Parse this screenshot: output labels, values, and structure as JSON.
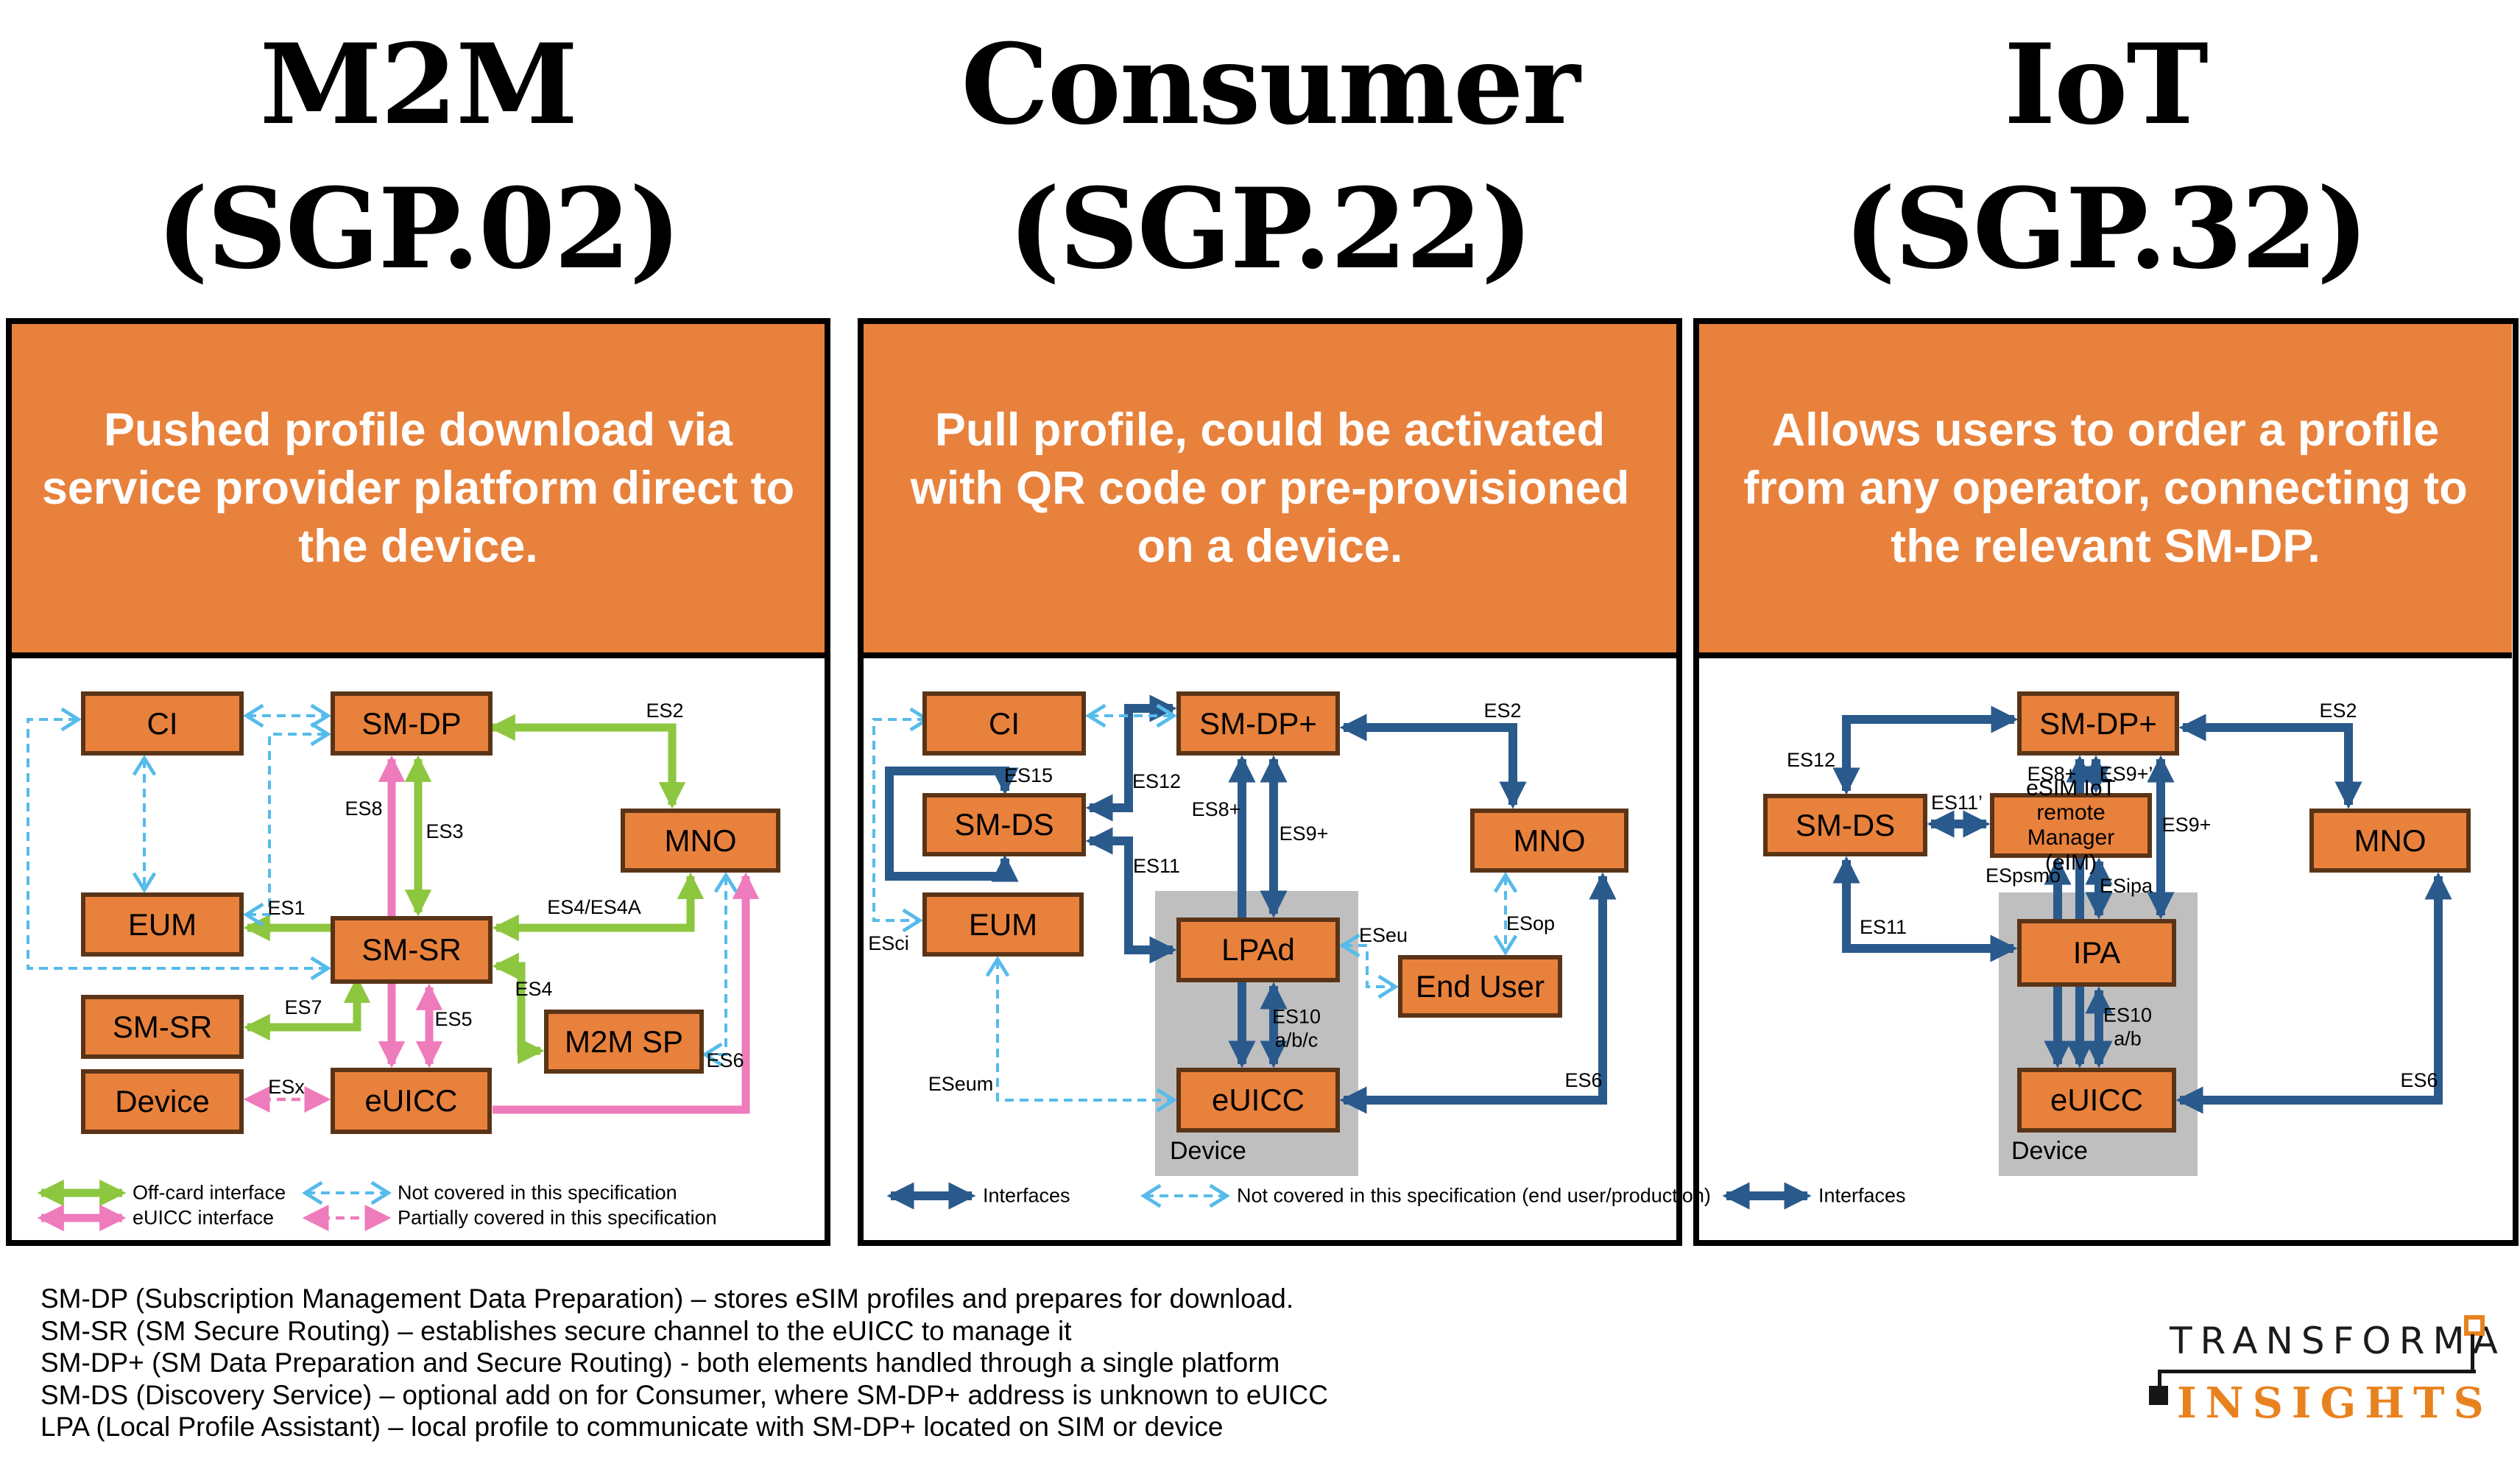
{
  "columns": [
    {
      "title_line1": "M2M",
      "title_line2": "(SGP.02)",
      "description": "Pushed profile download via service provider platform direct to the device.",
      "boxes": {
        "ci": "CI",
        "smdp": "SM-DP",
        "mno": "MNO",
        "eum": "EUM",
        "smsr": "SM-SR",
        "smsr2": "SM-SR",
        "m2msp": "M2M SP",
        "device": "Device",
        "euicc": "eUICC"
      },
      "edge_labels": {
        "es2": "ES2",
        "es8": "ES8",
        "es3": "ES3",
        "es1": "ES1",
        "es4a": "ES4/ES4A",
        "es7": "ES7",
        "es5": "ES5",
        "es4": "ES4",
        "esx": "ESx",
        "es6": "ES6"
      },
      "legend": {
        "offcard": "Off-card interface",
        "euicc_if": "eUICC interface",
        "notcovered": "Not covered in this specification",
        "partially": "Partially covered in this specification"
      }
    },
    {
      "title_line1": "Consumer",
      "title_line2": "(SGP.22)",
      "description": "Pull profile, could be activated with QR code or pre-provisioned on a device.",
      "boxes": {
        "ci": "CI",
        "smdpp": "SM-DP+",
        "smds": "SM-DS",
        "mno": "MNO",
        "eum": "EUM",
        "lpad": "LPAd",
        "enduser": "End User",
        "euicc": "eUICC"
      },
      "device_label": "Device",
      "edge_labels": {
        "es15": "ES15",
        "es12": "ES12",
        "es11": "ES11",
        "es8p": "ES8+",
        "es9p": "ES9+",
        "es2": "ES2",
        "esci": "ESci",
        "eseu": "ESeu",
        "esop": "ESop",
        "eseum": "ESeum",
        "es10": "ES10\na/b/c",
        "es6": "ES6"
      },
      "legend": {
        "interfaces": "Interfaces",
        "notcovered": "Not covered in this specification (end user/production)"
      }
    },
    {
      "title_line1": "IoT",
      "title_line2": "(SGP.32)",
      "description": "Allows users to order a profile from any operator, connecting to the relevant SM-DP.",
      "boxes": {
        "smdpp": "SM-DP+",
        "smds": "SM-DS",
        "eim": "eSIM IoT remote Manager (eIM)",
        "mno": "MNO",
        "ipa": "IPA",
        "euicc": "eUICC"
      },
      "device_label": "Device",
      "edge_labels": {
        "es12": "ES12",
        "es11p": "ES11’",
        "es8p": "ES8+",
        "es9pp": "ES9+’",
        "es9p": "ES9+",
        "es2": "ES2",
        "espsmo": "ESpsmo",
        "esipa": "ESipa",
        "es11": "ES11",
        "es10": "ES10\na/b",
        "es6": "ES6"
      },
      "legend": {
        "interfaces": "Interfaces"
      }
    }
  ],
  "footer_lines": [
    "SM-DP (Subscription Management Data Preparation) – stores eSIM profiles and prepares for download.",
    "SM-SR (SM Secure Routing) – establishes secure channel to the eUICC to manage it",
    "SM-DP+ (SM Data Preparation and Secure Routing) - both elements handled through a single platform",
    "SM-DS (Discovery Service) – optional add on for Consumer, where SM-DP+ address is unknown to eUICC",
    "LPA (Local Profile Assistant) – local profile to communicate with SM-DP+ located on SIM or device"
  ],
  "logo": {
    "top": "TRANSFORMA",
    "bottom": "INSIGHTS"
  },
  "colors": {
    "orange": "#E8813C",
    "box_border": "#5A3417",
    "green": "#8DC63F",
    "pink": "#EE7BBB",
    "dark_blue": "#2A5A8C",
    "light_blue": "#56BBEA",
    "grey": "#BFBFBF",
    "logo_orange": "#E8821E"
  }
}
